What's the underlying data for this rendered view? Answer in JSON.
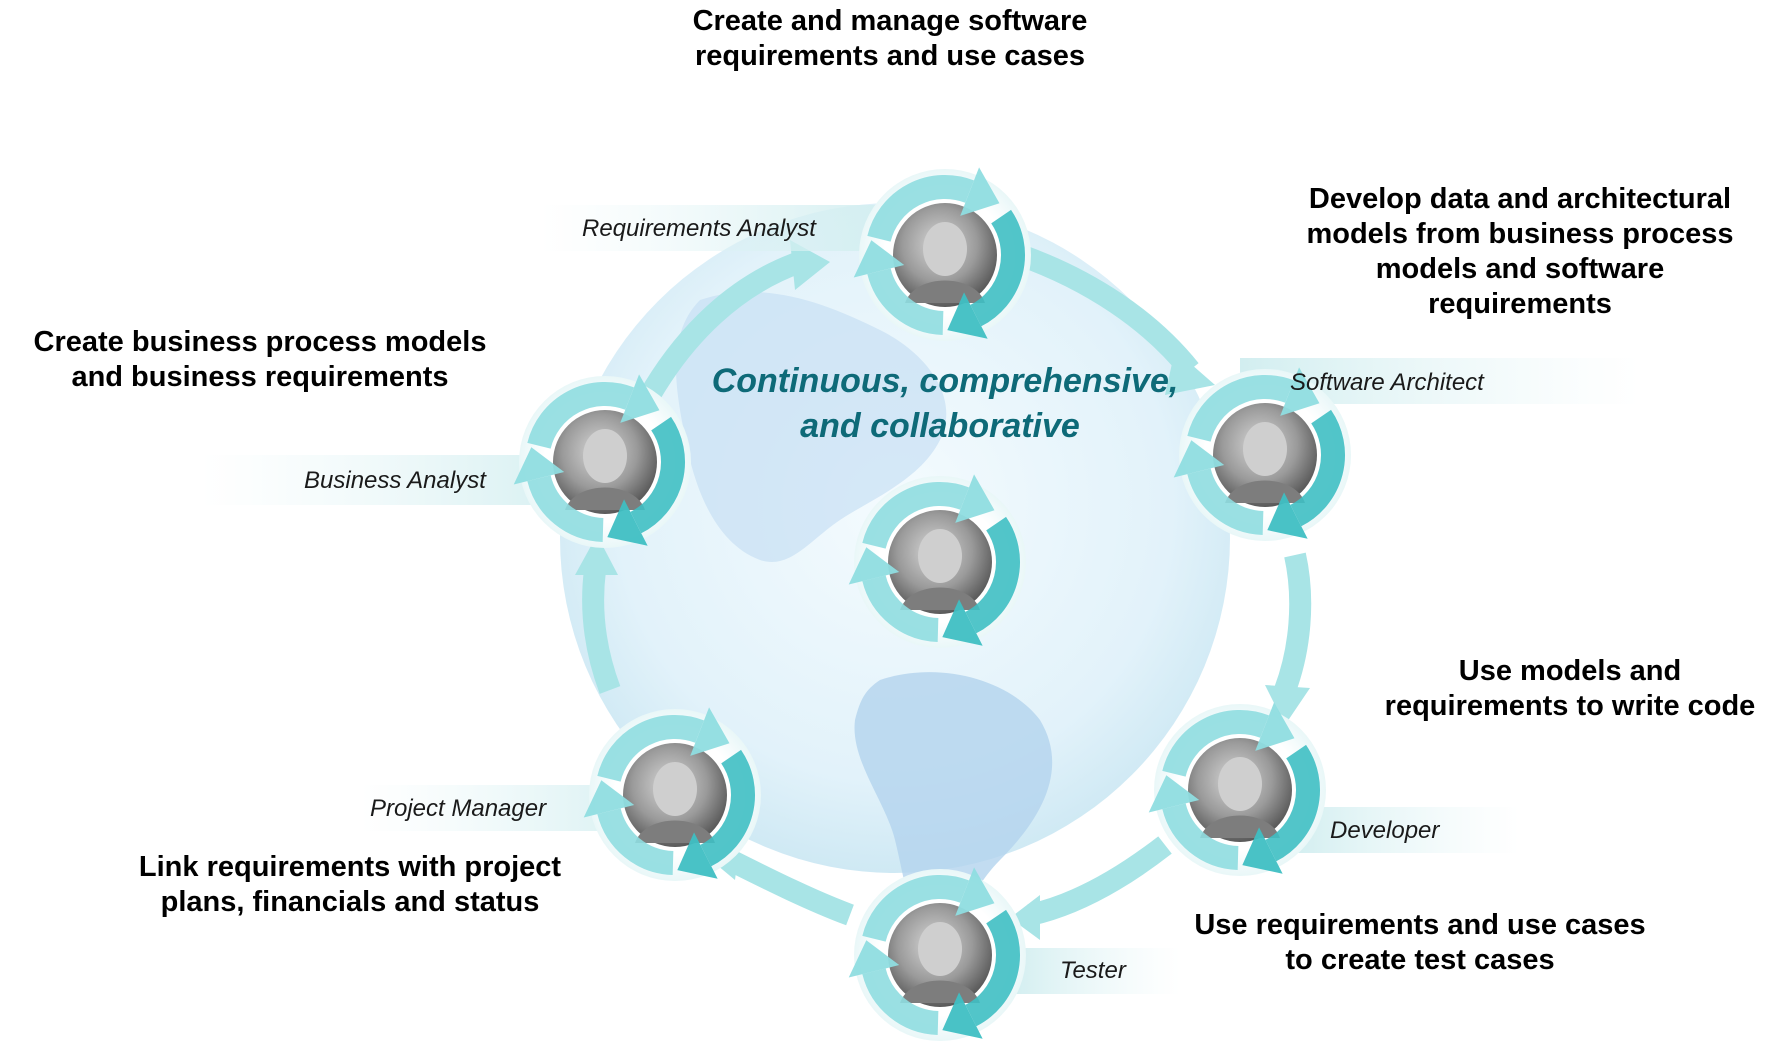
{
  "center": {
    "line1": "Continuous, comprehensive,",
    "line2": "and collaborative"
  },
  "roles": {
    "requirements_analyst": "Requirements Analyst",
    "software_architect": "Software Architect",
    "business_analyst": "Business Analyst",
    "project_manager": "Project  Manager",
    "developer": "Developer",
    "tester": "Tester"
  },
  "tasks": {
    "requirements_analyst": "Create and manage software\nrequirements and use cases",
    "software_architect": "Develop data and architectural\nmodels from business process\nmodels and software\nrequirements",
    "business_analyst": "Create business process models\nand business requirements",
    "developer": "Use models and\nrequirements to write code",
    "tester": "Use requirements and use cases\nto create test cases",
    "project_manager": "Link requirements with project\nplans, financials and status"
  },
  "colors": {
    "arrow": "#8fdde0",
    "arrow_dark": "#3fbfc3",
    "center_text": "#0e6a78",
    "globe": "#e4f3fb",
    "land": "#b9d7ef"
  },
  "icons": {
    "person": "person-photo-icon",
    "cycle": "cycle-arrows-icon"
  }
}
